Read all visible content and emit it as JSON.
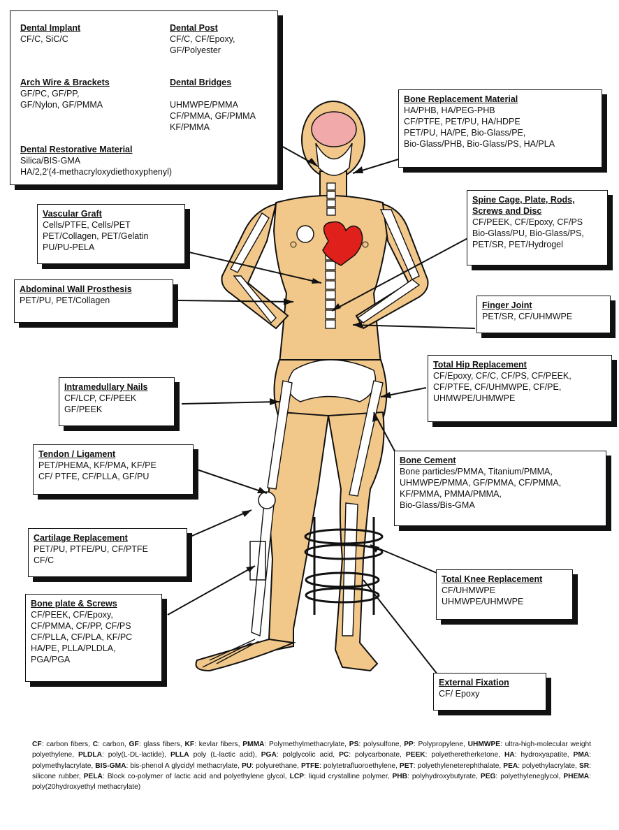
{
  "boxes": {
    "dental": {
      "dental_implant": {
        "title": "Dental Implant",
        "lines": [
          "CF/C, SiC/C"
        ]
      },
      "dental_post": {
        "title": "Dental Post",
        "lines": [
          "CF/C, CF/Epoxy,",
          "GF/Polyester"
        ]
      },
      "arch_wire": {
        "title": "Arch Wire & Brackets",
        "lines": [
          "GF/PC, GF/PP,",
          "GF/Nylon, GF/PMMA"
        ]
      },
      "dental_bridges": {
        "title": "Dental Bridges",
        "lines": [
          "UHMWPE/PMMA",
          "CF/PMMA, GF/PMMA",
          "KF/PMMA"
        ]
      },
      "dental_restorative": {
        "title": "Dental Restorative Material",
        "lines": [
          "Silica/BIS-GMA",
          "HA/2,2'(4-methacryloxydiethoxyphenyl)"
        ]
      }
    },
    "bone_replacement": {
      "title": "Bone Replacement Material",
      "lines": [
        "HA/PHB, HA/PEG-PHB",
        "CF/PTFE, PET/PU, HA/HDPE",
        "PET/PU, HA/PE, Bio-Glass/PE,",
        "Bio-Glass/PHB, Bio-Glass/PS, HA/PLA"
      ]
    },
    "vascular_graft": {
      "title": "Vascular Graft",
      "lines": [
        "Cells/PTFE, Cells/PET",
        "PET/Collagen, PET/Gelatin",
        "PU/PU-PELA"
      ]
    },
    "spine": {
      "title_lines": [
        "Spine Cage, Plate, Rods,",
        "Screws and Disc"
      ],
      "lines": [
        "CF/PEEK, CF/Epoxy, CF/PS",
        "Bio-Glass/PU, Bio-Glass/PS,",
        "PET/SR, PET/Hydrogel"
      ]
    },
    "abdominal": {
      "title": "Abdominal Wall Prosthesis",
      "lines": [
        "PET/PU, PET/Collagen"
      ]
    },
    "finger": {
      "title": "Finger Joint",
      "lines": [
        "PET/SR, CF/UHMWPE"
      ]
    },
    "hip": {
      "title": "Total Hip Replacement",
      "lines": [
        "CF/Epoxy, CF/C, CF/PS, CF/PEEK,",
        "CF/PTFE, CF/UHMWPE, CF/PE,",
        "UHMWPE/UHMWPE"
      ]
    },
    "intramedullary": {
      "title": "Intramedullary Nails",
      "lines": [
        "CF/LCP, CF/PEEK",
        "GF/PEEK"
      ]
    },
    "tendon": {
      "title": "Tendon / Ligament",
      "lines": [
        "PET/PHEMA, KF/PMA, KF/PE",
        "CF/ PTFE, CF/PLLA, GF/PU"
      ]
    },
    "bone_cement": {
      "title": "Bone Cement",
      "lines": [
        "Bone particles/PMMA, Titanium/PMMA,",
        "UHMWPE/PMMA, GF/PMMA, CF/PMMA,",
        "KF/PMMA, PMMA/PMMA,",
        "Bio-Glass/Bis-GMA"
      ]
    },
    "cartilage": {
      "title": "Cartilage Replacement",
      "lines": [
        "PET/PU, PTFE/PU, CF/PTFE",
        "CF/C"
      ]
    },
    "knee": {
      "title": "Total Knee Replacement",
      "lines": [
        "CF/UHMWPE",
        "UHMWPE/UHMWPE"
      ]
    },
    "bone_plate": {
      "title": "Bone plate & Screws",
      "lines": [
        "CF/PEEK, CF/Epoxy,",
        "CF/PMMA, CF/PP, CF/PS",
        "CF/PLLA, CF/PLA, KF/PC",
        "HA/PE, PLLA/PLDLA,",
        "PGA/PGA"
      ]
    },
    "external_fixation": {
      "title": "External Fixation",
      "lines": [
        "CF/ Epoxy"
      ]
    }
  },
  "legend": [
    {
      "abbr": "CF",
      "def": ": carbon fibers, "
    },
    {
      "abbr": "C",
      "def": ": carbon, "
    },
    {
      "abbr": "GF",
      "def": ": glass fibers, "
    },
    {
      "abbr": "KF",
      "def": ": kevlar fibers, "
    },
    {
      "abbr": "PMMA",
      "def": ": Polymethylmethacrylate, "
    },
    {
      "abbr": "PS",
      "def": ": polysulfone, "
    },
    {
      "abbr": "PP",
      "def": ": Polypropylene, "
    },
    {
      "abbr": "UHMWPE",
      "def": ": ultra-high-molecular weight polyethylene, "
    },
    {
      "abbr": "PLDLA",
      "def": ": poly(L-DL-lactide), "
    },
    {
      "abbr": "PLLA",
      "def": " poly (L-lactic acid), "
    },
    {
      "abbr": "PGA",
      "def": ": polglycolic acid, "
    },
    {
      "abbr": "PC",
      "def": ": polycarbonate, "
    },
    {
      "abbr": "PEEK",
      "def": ": polyetheretherketone, "
    },
    {
      "abbr": "HA",
      "def": ": hydroxyapatite, "
    },
    {
      "abbr": "PMA",
      "def": ": polymethylacrylate, "
    },
    {
      "abbr": "BIS-GMA",
      "def": ": bis-phenol A glycidyl methacrylate, "
    },
    {
      "abbr": "PU",
      "def": ": polyurethane, "
    },
    {
      "abbr": "PTFE",
      "def": ": polytetrafluoroethylene, "
    },
    {
      "abbr": "PET",
      "def": ": polyethyleneterephthalate, "
    },
    {
      "abbr": "PEA",
      "def": ": polyethylacrylate, "
    },
    {
      "abbr": "SR",
      "def": ": silicone rubber, "
    },
    {
      "abbr": "PELA",
      "def": ": Block co-polymer of lactic acid and polyethylene glycol, "
    },
    {
      "abbr": "LCP",
      "def": ": liquid crystalline polymer, "
    },
    {
      "abbr": "PHB",
      "def": ": polyhydroxybutyrate, "
    },
    {
      "abbr": "PEG",
      "def": ": polyethyleneglycol, "
    },
    {
      "abbr": "PHEMA",
      "def": ": poly(20hydroxyethyl methacrylate)"
    }
  ],
  "colors": {
    "skin": "#f2c88a",
    "bone": "#ffffff",
    "outline": "#111111",
    "heart": "#e0201a",
    "brain": "#f1a9a9",
    "box_shadow": "#111111"
  }
}
